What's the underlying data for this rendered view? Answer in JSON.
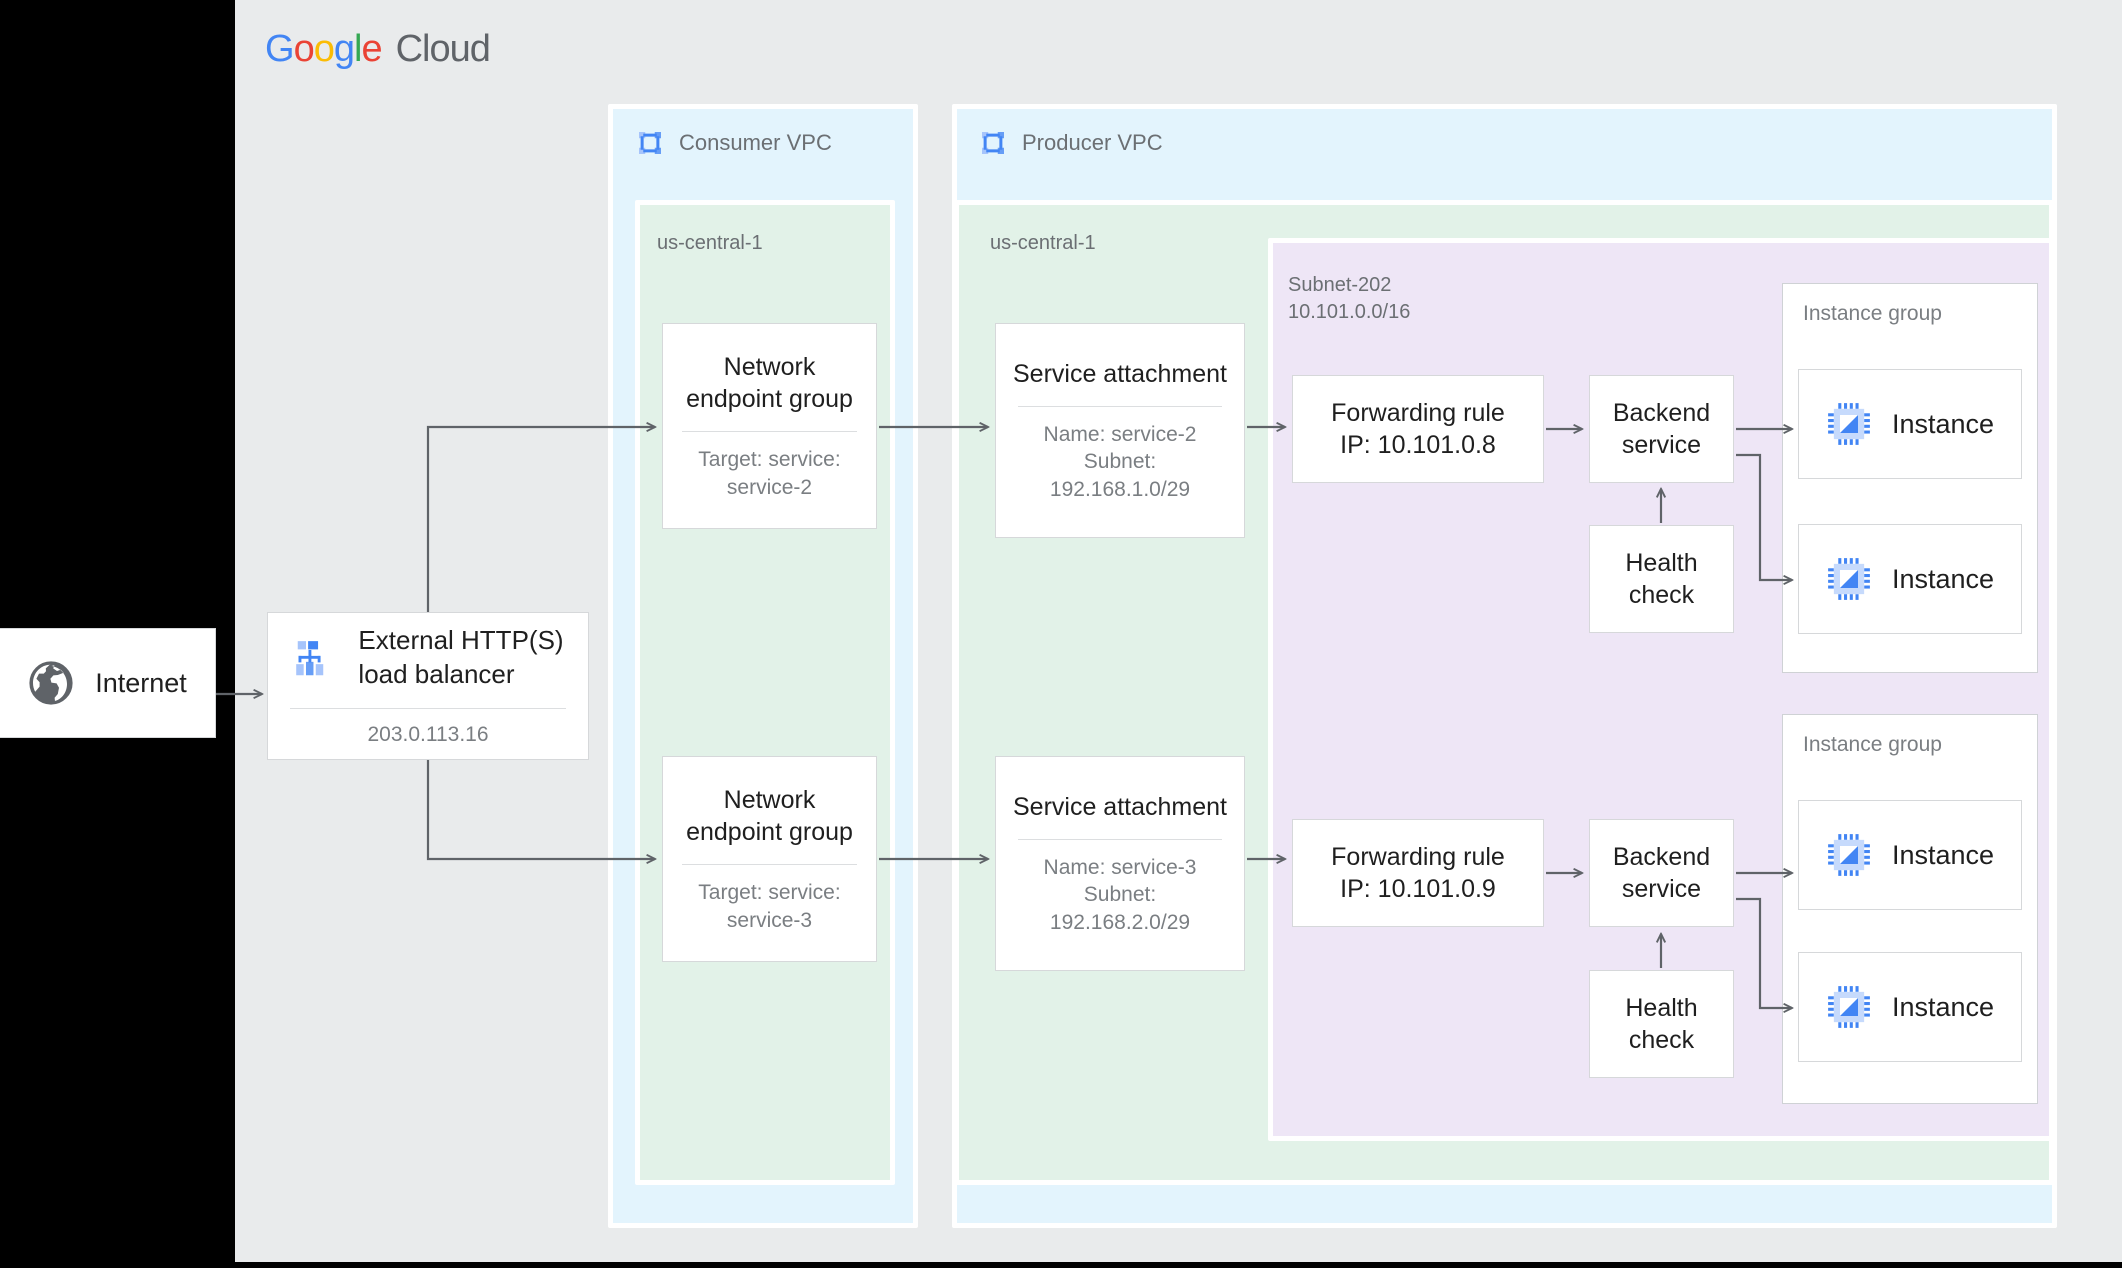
{
  "brand": {
    "logo_parts": [
      "G",
      "o",
      "o",
      "g",
      "l",
      "e"
    ],
    "logo_suffix": "Cloud",
    "colors": {
      "blue": "#4285F4",
      "red": "#EA4335",
      "yellow": "#FBBC05",
      "green": "#34A853",
      "gray": "#5f6368",
      "vpc_bg": "#e3f4fd",
      "region_bg": "#e2f2e8",
      "subnet_bg": "#eee6f6",
      "canvas_bg": "#e9ebec",
      "edge": "#5f6368"
    }
  },
  "internet": {
    "label": "Internet",
    "icon": "globe-icon"
  },
  "load_balancer": {
    "title": "External HTTP(S)\nload balancer",
    "ip": "203.0.113.16",
    "icon": "load-balancer-icon"
  },
  "consumer_vpc": {
    "title": "Consumer VPC",
    "icon": "vpc-icon",
    "region": "us-central-1",
    "negs": [
      {
        "title": "Network\nendpoint group",
        "sub": "Target: service:\nservice-2"
      },
      {
        "title": "Network\nendpoint group",
        "sub": "Target: service:\nservice-3"
      }
    ]
  },
  "producer_vpc": {
    "title": "Producer VPC",
    "icon": "vpc-icon",
    "region": "us-central-1",
    "service_attachments": [
      {
        "title": "Service attachment",
        "sub": "Name: service-2\nSubnet:\n192.168.1.0/29"
      },
      {
        "title": "Service attachment",
        "sub": "Name: service-3\nSubnet:\n192.168.2.0/29"
      }
    ],
    "subnet": {
      "name": "Subnet-202",
      "cidr": "10.101.0.0/16",
      "label": "Subnet-202\n10.101.0.0/16"
    },
    "stacks": [
      {
        "forwarding_rule": "Forwarding rule\nIP: 10.101.0.8",
        "backend_service": "Backend\nservice",
        "health_check": "Health\ncheck",
        "instance_group_label": "Instance group",
        "instances": [
          {
            "label": "Instance",
            "icon": "instance-icon"
          },
          {
            "label": "Instance",
            "icon": "instance-icon"
          }
        ]
      },
      {
        "forwarding_rule": "Forwarding rule\nIP: 10.101.0.9",
        "backend_service": "Backend\nservice",
        "health_check": "Health\ncheck",
        "instance_group_label": "Instance group",
        "instances": [
          {
            "label": "Instance",
            "icon": "instance-icon"
          },
          {
            "label": "Instance",
            "icon": "instance-icon"
          }
        ]
      }
    ]
  }
}
